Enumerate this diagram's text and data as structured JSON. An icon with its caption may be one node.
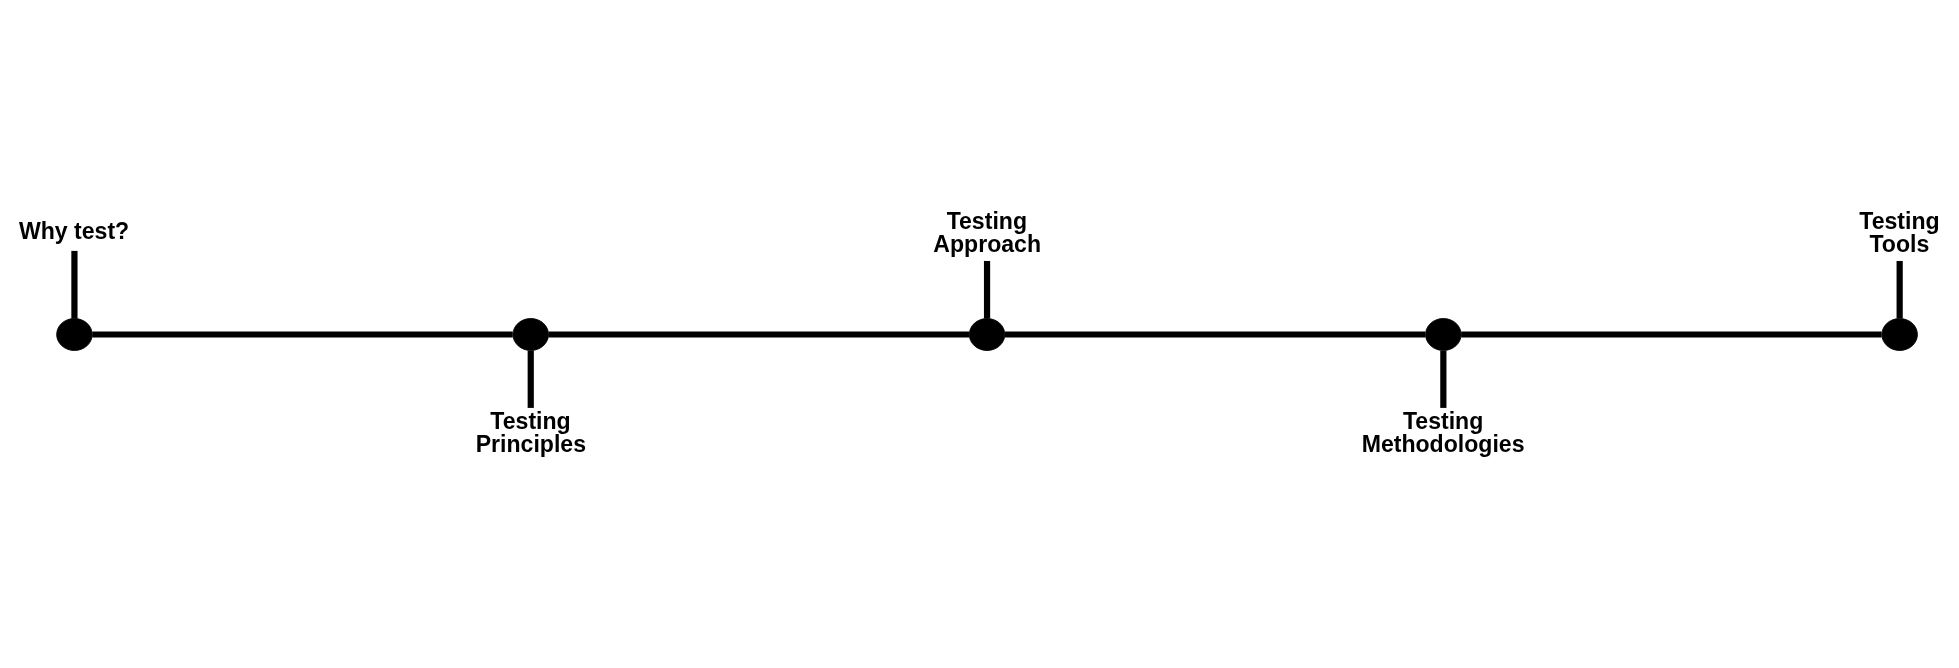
{
  "diagram": {
    "nodes": [
      {
        "text": [
          "Why test?"
        ]
      },
      {
        "text": [
          "Testing Approach"
        ]
      },
      {
        "text": [
          "Testing Tools"
        ]
      },
      {
        "text": [],
        "shape": "circle"
      },
      {
        "text": [],
        "shape": "circle"
      },
      {
        "text": [],
        "shape": "circle"
      },
      {
        "text": [],
        "shape": "circle"
      },
      {
        "text": [],
        "shape": "circle"
      },
      {
        "text": [
          "Testing Principles"
        ]
      },
      {
        "text": [
          "Testing Methodologies"
        ]
      }
    ],
    "edges": [
      {
        "from": 3,
        "to": 4,
        "arrow": "none"
      },
      {
        "from": 4,
        "to": 5,
        "arrow": "none"
      },
      {
        "from": 5,
        "to": 6,
        "arrow": "none"
      },
      {
        "from": 6,
        "to": 7,
        "arrow": "none"
      },
      {
        "from": 0,
        "to": 3,
        "arrow": "none"
      },
      {
        "from": 1,
        "to": 5,
        "arrow": "none"
      },
      {
        "from": 2,
        "to": 7,
        "arrow": "none"
      },
      {
        "from": 8,
        "to": 4,
        "arrow": "none"
      },
      {
        "from": 9,
        "to": 6,
        "arrow": "none"
      }
    ]
  }
}
